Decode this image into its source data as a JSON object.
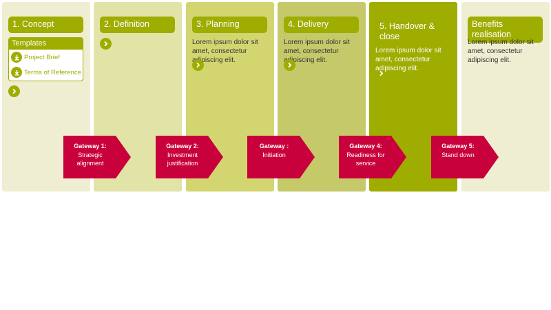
{
  "stages": [
    {
      "title": "1. Concept"
    },
    {
      "title": "2. Definition"
    },
    {
      "title": "3. Planning",
      "desc": "Lorem ipsum dolor sit amet, consectetur adipiscing elit."
    },
    {
      "title": "4. Delivery",
      "desc": "Lorem ipsum dolor sit amet, consectetur adipiscing elit."
    },
    {
      "title": "5. Handover & close",
      "desc": "Lorem ipsum dolor sit amet, consectetur adipiscing elit."
    },
    {
      "title": "Benefits realisation",
      "desc": "Lorem ipsum dolor sit amet, consectetur adipiscing elit."
    }
  ],
  "templates": {
    "heading": "Templates",
    "items": [
      "Project Brief",
      "Terms of Reference"
    ],
    "icon": "download-icon"
  },
  "gateways": [
    {
      "title": "Gateway 1:",
      "sub": "Strategic alignment"
    },
    {
      "title": "Gateway 2:",
      "sub": "Investment justification"
    },
    {
      "title": "Gateway :",
      "sub": "Initiation"
    },
    {
      "title": "Gateway 4:",
      "sub": "Readiness for service"
    },
    {
      "title": "Gateway 5:",
      "sub": "Stand down"
    }
  ],
  "icons": {
    "next": "chevron-right-icon"
  },
  "colors": {
    "accent": "#9fac00",
    "gateway": "#c8003c",
    "stage_light": "#efeed2",
    "stage_mid": "#e2e3a6",
    "stage_planning": "#d3d670",
    "stage_delivery": "#c5c96a",
    "stage_handover": "#9fac00"
  }
}
